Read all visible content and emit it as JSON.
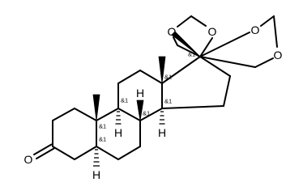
{
  "atom_labels": {
    "o_keto": "O",
    "o_dox_a": "O",
    "o_dox_b": "O",
    "o_diox_a": "O",
    "o_diox_b": "O",
    "h_c5": "H",
    "h_c9": "H",
    "h_c8": "H",
    "h_c14": "H"
  },
  "stereo_labels": {
    "s_c5": "&1",
    "s_c9": "&1",
    "s_c10": "&1",
    "s_c8": "&1",
    "s_c13": "&1",
    "s_c14": "&1",
    "s_c17": "&1"
  }
}
